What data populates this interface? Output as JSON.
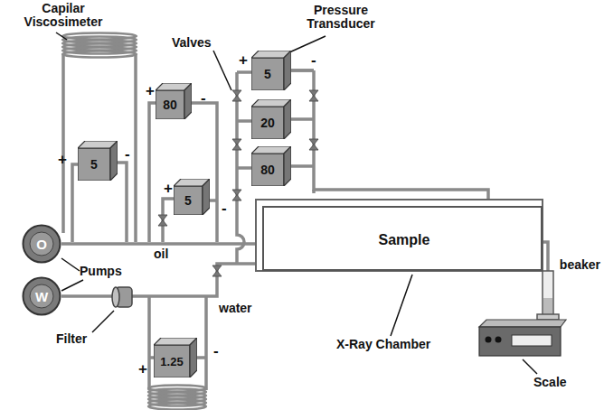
{
  "diagram": {
    "nodes": [
      {
        "text": [
          "5"
        ]
      },
      {
        "text": [
          "80"
        ]
      },
      {
        "text": [
          "5"
        ]
      },
      {
        "text": [
          "5"
        ]
      },
      {
        "text": [
          "20"
        ]
      },
      {
        "text": [
          "80"
        ]
      },
      {
        "text": [
          "1.25"
        ]
      },
      {
        "text": [
          "O"
        ]
      },
      {
        "text": [
          "W"
        ]
      },
      {
        "text": [
          "Sample"
        ]
      }
    ],
    "edges": [
      {
        "from": 7,
        "to": 9,
        "arrow": "none"
      },
      {
        "from": 8,
        "to": 9,
        "arrow": "none"
      }
    ],
    "labels": [
      "Capilar Viscosimeter",
      "Pressure Transducer",
      "Valves",
      "oil",
      "Pumps",
      "Filter",
      "water",
      "X-Ray Chamber",
      "beaker",
      "Scale",
      "+",
      "-",
      "+",
      "-",
      "+",
      "-",
      "+",
      "-",
      "+",
      "-"
    ]
  }
}
